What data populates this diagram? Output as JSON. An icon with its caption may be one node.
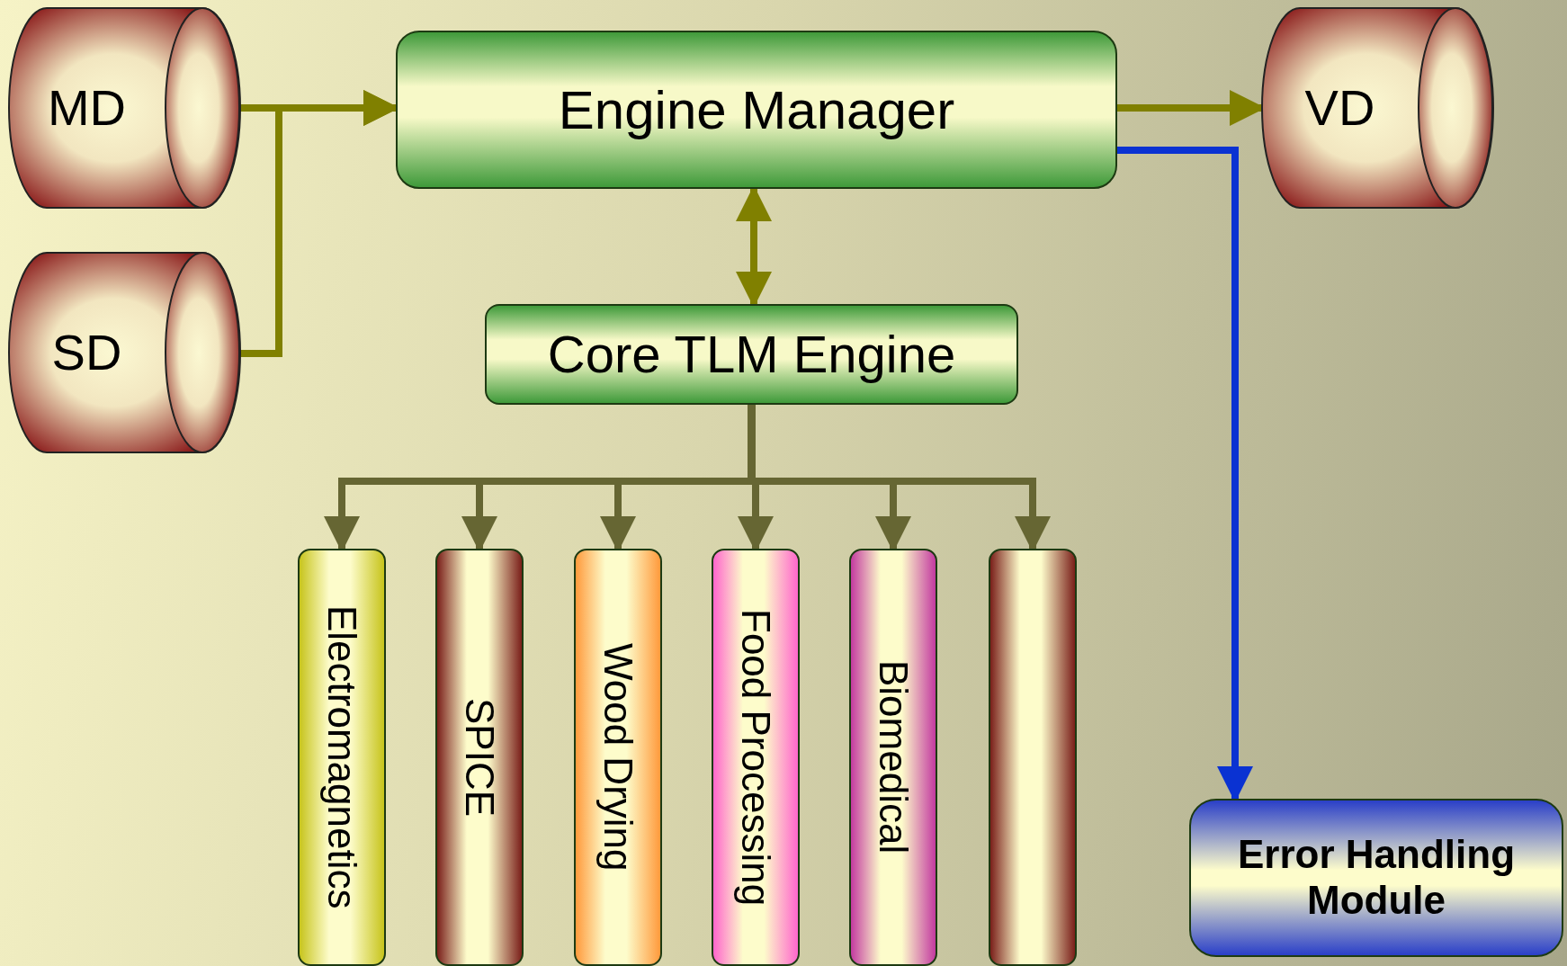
{
  "diagram": {
    "nodes": [
      {
        "text": [
          "MD"
        ]
      },
      {
        "text": [
          "SD"
        ]
      },
      {
        "text": [
          "Engine Manager"
        ]
      },
      {
        "text": [
          "VD"
        ]
      },
      {
        "text": [
          "Core TLM Engine"
        ]
      },
      {
        "text": [
          "Electromagnetics"
        ]
      },
      {
        "text": [
          "SPICE"
        ]
      },
      {
        "text": [
          "Wood Drying"
        ]
      },
      {
        "text": [
          "Food Processing"
        ]
      },
      {
        "text": [
          "Biomedical"
        ]
      },
      {
        "text": [],
        "shape": "box"
      },
      {
        "text": [
          "Error Handling Module"
        ]
      }
    ],
    "edges": [
      {
        "from": 0,
        "to": 2,
        "arrow": "to",
        "color": "#808000"
      },
      {
        "from": 1,
        "to": 2,
        "arrow": "to",
        "color": "#808000"
      },
      {
        "from": 2,
        "to": 4,
        "arrow": "both",
        "color": "#808000"
      },
      {
        "from": 4,
        "to": 5,
        "arrow": "to"
      },
      {
        "from": 4,
        "to": 6,
        "arrow": "to"
      },
      {
        "from": 4,
        "to": 7,
        "arrow": "to"
      },
      {
        "from": 4,
        "to": 8,
        "arrow": "to"
      },
      {
        "from": 4,
        "to": 9,
        "arrow": "to"
      },
      {
        "from": 4,
        "to": 10,
        "arrow": "to"
      },
      {
        "from": 2,
        "to": 3,
        "arrow": "to",
        "color": "#808000"
      },
      {
        "from": 2,
        "to": 11,
        "arrow": "to",
        "color": "#0a32d2"
      }
    ]
  }
}
